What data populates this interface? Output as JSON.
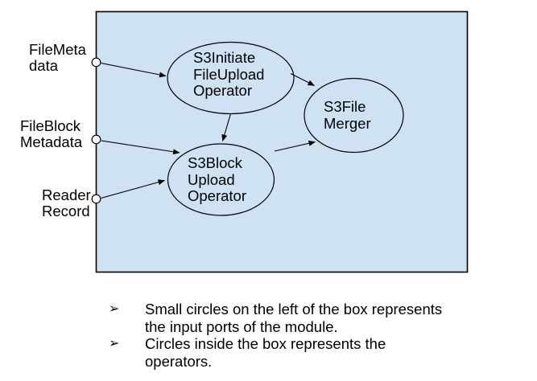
{
  "palette": {
    "box_fill": "#cfe2f3",
    "stroke": "#000000",
    "port_fill": "#ffffff",
    "text": "#000000"
  },
  "module_diagram": {
    "inputs": [
      "FileMeta\ndata",
      "FileBlock\nMetadata",
      "Reader\nRecord"
    ],
    "operators": [
      "S3Initiate\nFileUpload\nOperator",
      "S3Block\nUpload\nOperator",
      "S3File\nMerger"
    ]
  },
  "notes": {
    "bullet_glyph": "➢",
    "items": [
      "Small circles on the left of the box represents\nthe input ports of the module.",
      "Circles inside the box represents the\noperators."
    ]
  }
}
